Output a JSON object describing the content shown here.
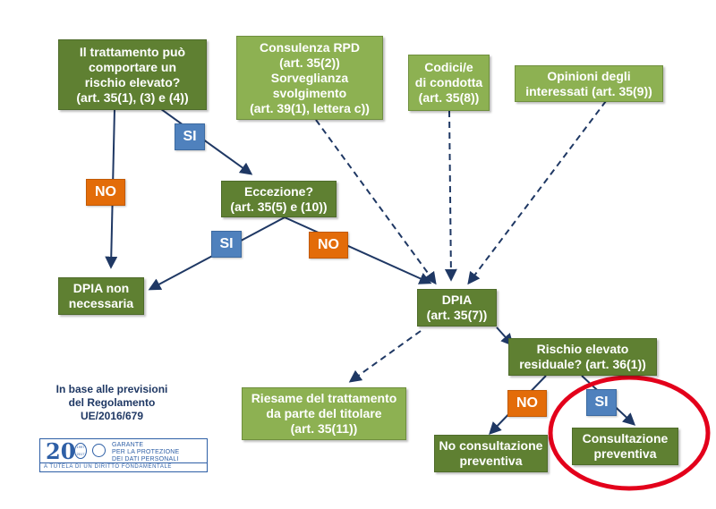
{
  "boxes": {
    "rischio_elevato": "Il trattamento può\ncomportare un\nrischio elevato?\n(art. 35(1), (3) e (4))",
    "consulenza_rpd": "Consulenza RPD\n(art. 35(2))\nSorveglianza\nsvolgimento\n(art. 39(1), lettera c))",
    "codici_condotta": "Codici/e\ndi condotta\n(art. 35(8))",
    "opinioni_interessati": "Opinioni degli\ninteressati (art. 35(9))",
    "eccezione": "Eccezione?\n(art. 35(5) e (10))",
    "dpia_non_necessaria": "DPIA non\nnecessaria",
    "dpia": "DPIA\n(art. 35(7))",
    "rischio_residuale": "Rischio elevato\nresiduale? (art. 36(1))",
    "riesame": "Riesame del trattamento\nda parte del titolare\n(art. 35(11))",
    "no_consultazione": "No consultazione\npreventiva",
    "consultazione": "Consultazione\npreventiva"
  },
  "tags": {
    "si_1": "SI",
    "no_1": "NO",
    "si_2": "SI",
    "no_2": "NO",
    "no_3": "NO",
    "si_3": "SI"
  },
  "note": "In base alle previsioni\ndel Regolamento\nUE/2016/679",
  "logo": {
    "number": "20",
    "years": "1997\n2017",
    "name": "GARANTE\nPER LA PROTEZIONE\nDEI DATI PERSONALI",
    "motto": "A TUTELA DI UN DIRITTO FONDAMENTALE"
  },
  "colors": {
    "dark_box": "#5f8032",
    "light_box": "#8db152",
    "si_tag": "#4f81bd",
    "no_tag": "#e36c09",
    "arrow": "#1f3864",
    "highlight_circle": "#e3001b"
  }
}
